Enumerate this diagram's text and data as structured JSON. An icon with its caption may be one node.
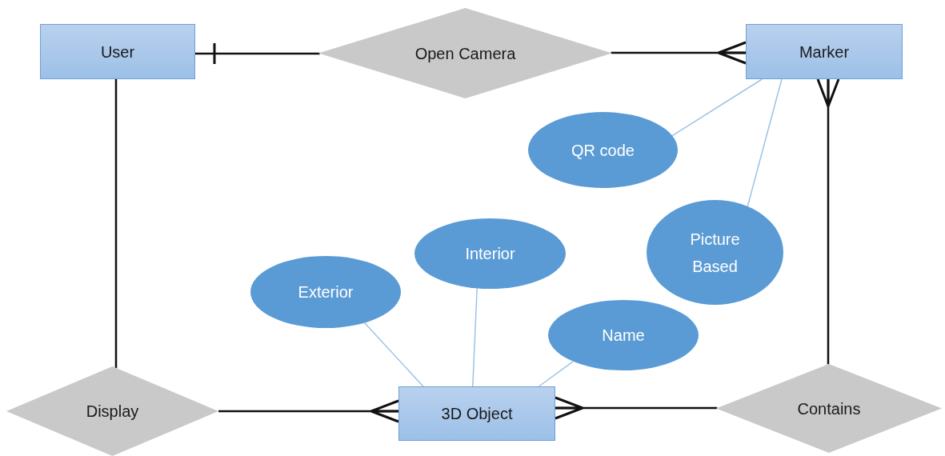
{
  "diagram": {
    "nodes": [
      {
        "text": [
          "User"
        ]
      },
      {
        "text": [
          "Open Camera"
        ]
      },
      {
        "text": [
          "Marker"
        ]
      },
      {
        "text": [
          "QR code"
        ]
      },
      {
        "text": [
          "Picture Based"
        ]
      },
      {
        "text": [
          "Interior"
        ]
      },
      {
        "text": [
          "Exterior"
        ]
      },
      {
        "text": [
          "Name"
        ]
      },
      {
        "text": [
          "Display"
        ]
      },
      {
        "text": [
          "3D Object"
        ]
      },
      {
        "text": [
          "Contains"
        ]
      }
    ],
    "edges": [
      {
        "from": 1,
        "to": 0,
        "arrow": "other"
      },
      {
        "from": 1,
        "to": 2,
        "arrow": "other"
      },
      {
        "from": 0,
        "to": 8,
        "arrow": "none"
      },
      {
        "from": 8,
        "to": 9,
        "arrow": "other"
      },
      {
        "from": 10,
        "to": 9,
        "arrow": "other"
      },
      {
        "from": 10,
        "to": 2,
        "arrow": "other"
      },
      {
        "from": 2,
        "to": 3,
        "arrow": "none",
        "color": "#9dc3e6"
      },
      {
        "from": 2,
        "to": 4,
        "arrow": "none",
        "color": "#9dc3e6"
      },
      {
        "from": 9,
        "to": 6,
        "arrow": "none",
        "color": "#9dc3e6"
      },
      {
        "from": 9,
        "to": 5,
        "arrow": "none",
        "color": "#9dc3e6"
      },
      {
        "from": 9,
        "to": 7,
        "arrow": "none",
        "color": "#9dc3e6"
      }
    ]
  }
}
